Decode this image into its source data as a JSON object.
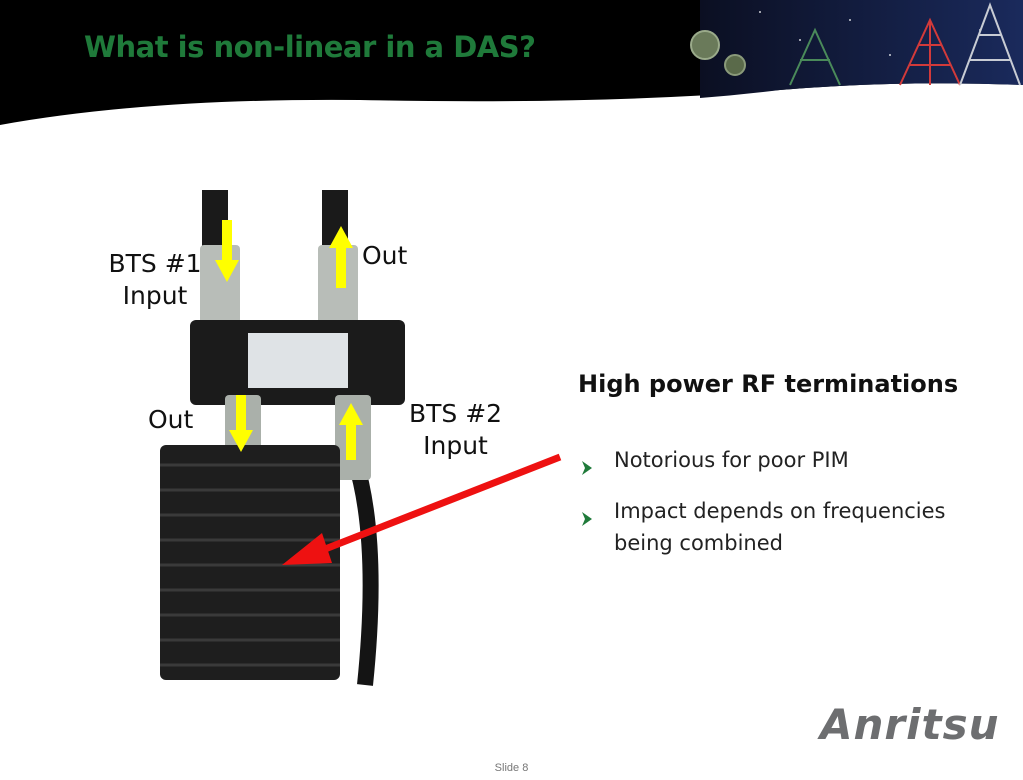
{
  "slide": {
    "title": "What is non-linear in a DAS?",
    "photo_labels": {
      "bts1_input": "BTS #1\nInput",
      "out_top": "Out",
      "out_left": "Out",
      "bts2_input": "BTS #2\nInput"
    },
    "section_heading": "High power RF terminations",
    "bullets": [
      "Notorious for poor PIM",
      "Impact depends on frequencies being combined"
    ],
    "logo_text": "Anritsu",
    "footer": "Slide 8"
  },
  "colors": {
    "title_green": "#1f7a3a",
    "bullet_green": "#1f7a3a",
    "arrow_yellow": "#ffff00",
    "pointer_red": "#ee1111",
    "logo_gray": "#6d6e70"
  },
  "icons": {
    "bullet": "chevron-right-icon",
    "arrows": "arrow-icon"
  }
}
